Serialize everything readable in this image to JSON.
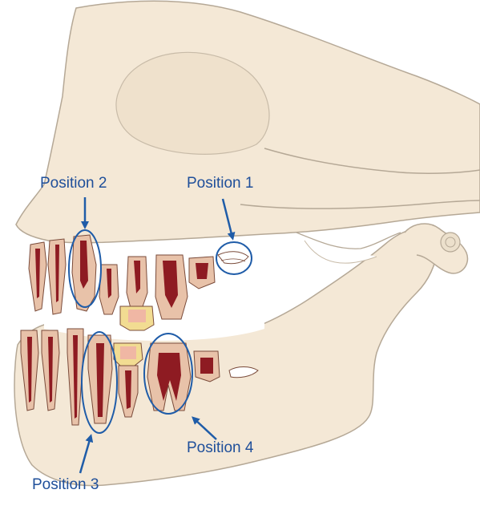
{
  "labels": {
    "position_1": "Position 1",
    "position_2": "Position 2",
    "position_3": "Position 3",
    "position_4": "Position 4"
  },
  "colors": {
    "bone_fill": "#f4e8d6",
    "bone_outline": "#b5a896",
    "pulp": "#8e1b22",
    "dentin": "#e8c2a9",
    "enamel": "#ffffff",
    "developing_crown": "#f2dc92",
    "annotation_blue": "#1f5ca8",
    "label_text": "#1f4f9a"
  },
  "icons": {
    "pointer": "arrow-icon",
    "marker": "ellipse-highlight"
  }
}
